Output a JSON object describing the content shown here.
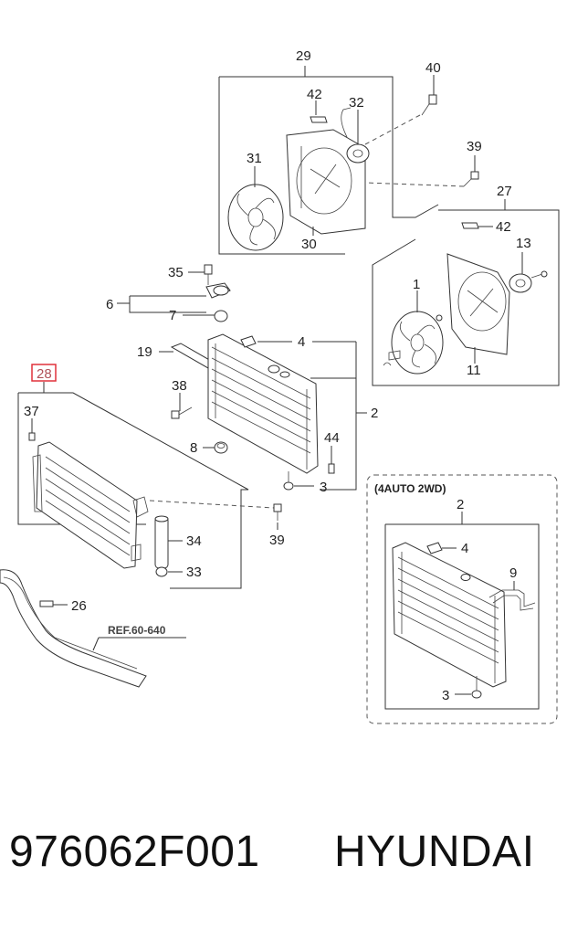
{
  "labels": {
    "p29": "29",
    "p40": "40",
    "p42a": "42",
    "p32": "32",
    "p39a": "39",
    "p31": "31",
    "p30": "30",
    "p27": "27",
    "p42b": "42",
    "p13": "13",
    "p35": "35",
    "p6": "6",
    "p7": "7",
    "p1": "1",
    "p11": "11",
    "p19": "19",
    "p4a": "4",
    "p28": "28",
    "p38": "38",
    "p2a": "2",
    "p37": "37",
    "p44": "44",
    "p8": "8",
    "p3a": "3",
    "p34": "34",
    "p39b": "39",
    "p33": "33",
    "p26": "26",
    "p2b": "2",
    "p4b": "4",
    "p9": "9",
    "p3b": "3"
  },
  "variant_box_title": "(4AUTO 2WD)",
  "ref_label": "REF.60-640",
  "highlight_color": "#e0303a",
  "caption": {
    "part_number": "976062F001",
    "brand": "HYUNDAI"
  }
}
